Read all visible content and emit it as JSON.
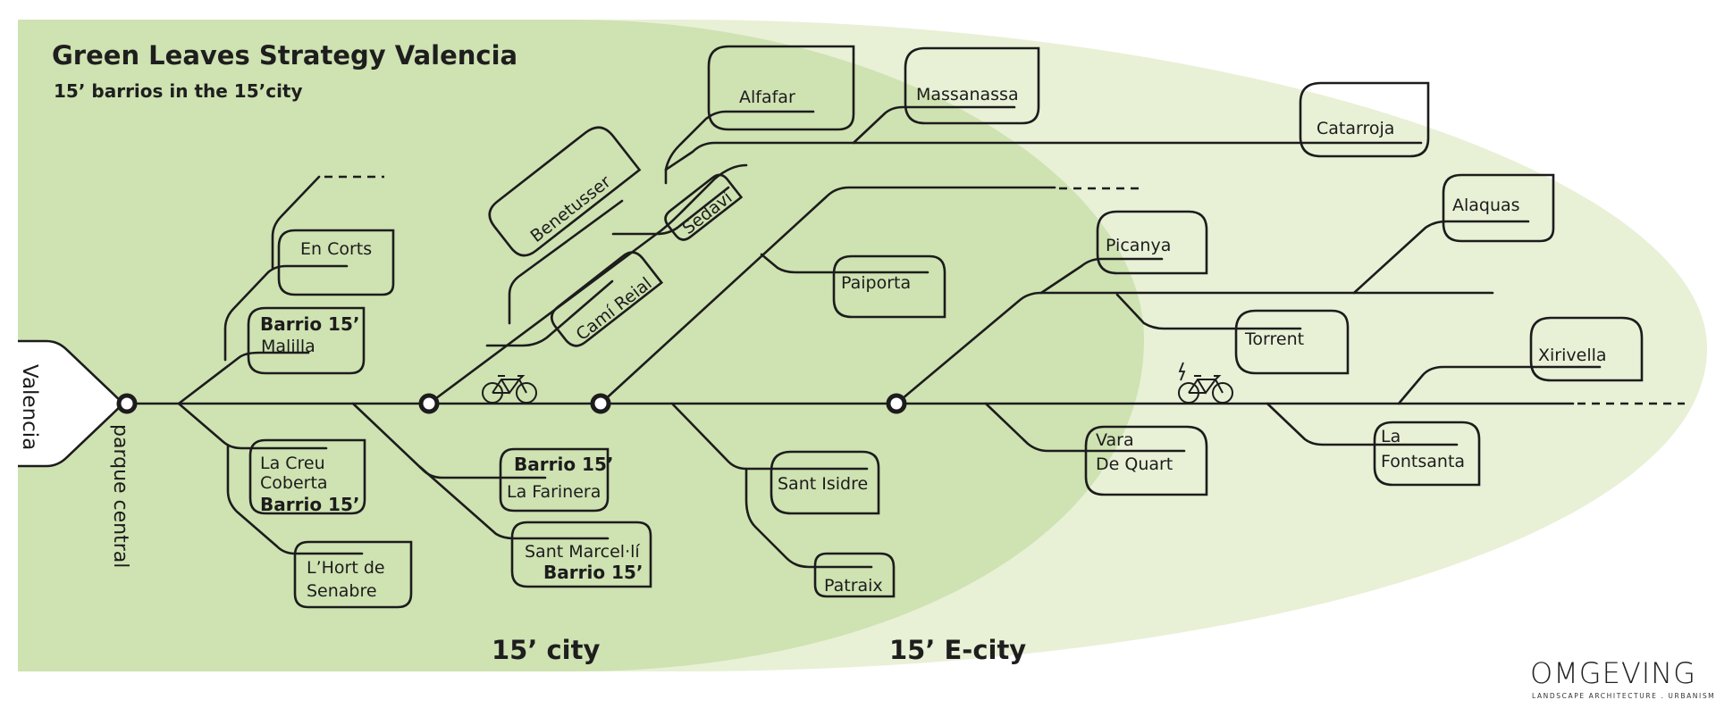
{
  "header": {
    "title": "Green Leaves Strategy Valencia",
    "subtitle": "15’ barrios in the 15’city"
  },
  "origin": {
    "city": "Valencia",
    "station": "parque central"
  },
  "zones": {
    "inner": "15’ city",
    "outer": "15’ E-city"
  },
  "colors": {
    "inner_zone": "#cfe2b2",
    "outer_zone": "#e8f0d6",
    "line": "#1c1c1c"
  },
  "neighborhoods": {
    "en_corts": "En Corts",
    "malilla_badge": "Barrio 15’",
    "malilla": "Malilla",
    "la_creu_1": "La Creu",
    "la_creu_2": "Coberta",
    "la_creu_badge": "Barrio 15’",
    "hort_1": "L’Hort de",
    "hort_2": "Senabre",
    "farinera_badge": "Barrio 15’",
    "farinera": "La Farinera",
    "marcelli": "Sant Marcel·lí",
    "marcelli_badge": "Barrio 15’",
    "benetusser": "Benetusser",
    "sedavi": "Sedaví",
    "cami_reial": "Camí Reial",
    "alfafar": "Alfafar",
    "massanassa": "Massanassa",
    "catarroja": "Catarroja",
    "paiporta": "Paiporta",
    "sant_isidre": "Sant Isidre",
    "patraix": "Patraix",
    "picanya": "Picanya",
    "alaquas": "Alaquas",
    "torrent": "Torrent",
    "xirivella": "Xirivella",
    "vara_1": "Vara",
    "vara_2": "De Quart",
    "fontsanta_1": "La",
    "fontsanta_2": "Fontsanta"
  },
  "icons": {
    "bike": "bicycle-icon",
    "ebike": "electric-bicycle-icon",
    "station": "station-node-icon"
  },
  "footer": {
    "logo": "OMGEVING",
    "logo_sub": "LANDSCAPE ARCHITECTURE . URBANISM"
  }
}
